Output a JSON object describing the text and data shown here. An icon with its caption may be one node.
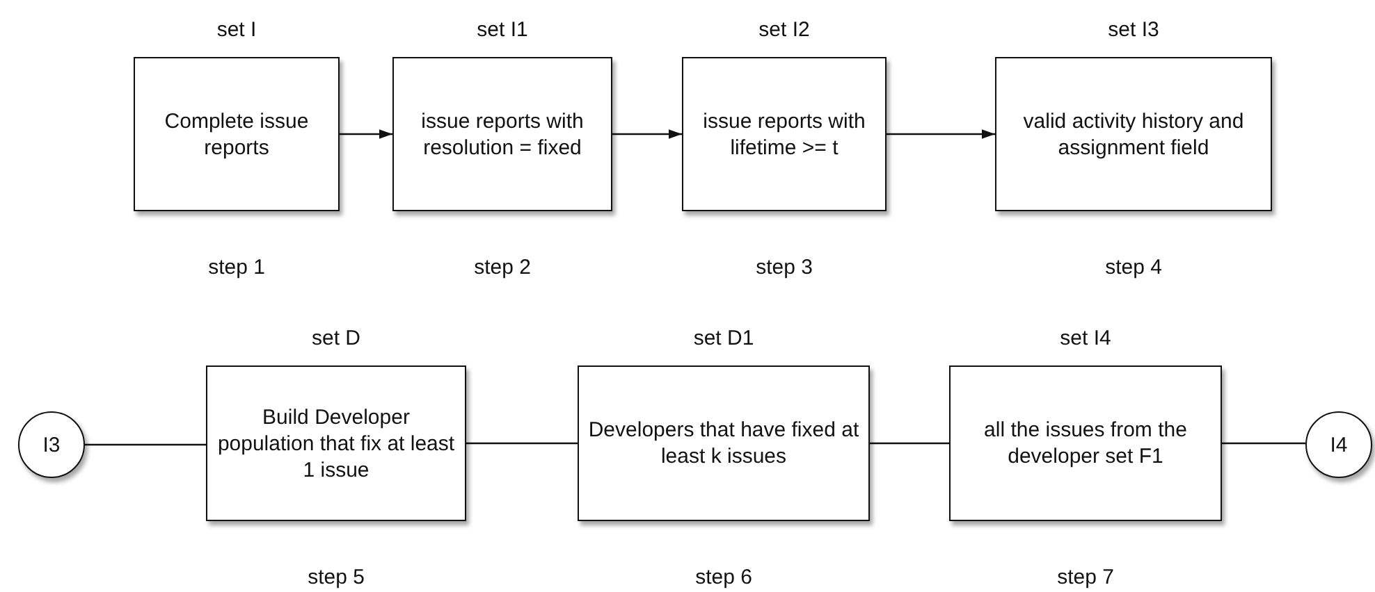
{
  "diagram": {
    "nodes": [
      {
        "text": [
          "Complete issue reports"
        ],
        "beside": [
          "set I",
          "step 1"
        ]
      },
      {
        "text": [
          "issue reports with resolution = fixed"
        ],
        "beside": [
          "set I1",
          "step 2"
        ]
      },
      {
        "text": [
          "issue reports with lifetime >= t"
        ],
        "beside": [
          "set I2",
          "step 3"
        ]
      },
      {
        "text": [
          "valid activity history and assignment field"
        ],
        "beside": [
          "set I3",
          "step 4"
        ]
      },
      {
        "text": [
          "I3"
        ]
      },
      {
        "text": [
          "Build Developer population that fix at least 1 issue"
        ],
        "beside": [
          "set D",
          "step 5"
        ]
      },
      {
        "text": [
          "Developers that have fixed at least k issues"
        ],
        "beside": [
          "set D1",
          "step 6"
        ]
      },
      {
        "text": [
          "all the issues from the developer set F1"
        ],
        "beside": [
          "set I4",
          "step 7"
        ]
      },
      {
        "text": [
          "I4"
        ]
      }
    ],
    "edges": [
      {
        "from": 0,
        "to": 1,
        "arrow": "to"
      },
      {
        "from": 1,
        "to": 2,
        "arrow": "to"
      },
      {
        "from": 2,
        "to": 3,
        "arrow": "to"
      },
      {
        "from": 4,
        "to": 5,
        "arrow": "none"
      },
      {
        "from": 5,
        "to": 6,
        "arrow": "none"
      },
      {
        "from": 6,
        "to": 7,
        "arrow": "none"
      },
      {
        "from": 7,
        "to": 8,
        "arrow": "none"
      }
    ]
  }
}
